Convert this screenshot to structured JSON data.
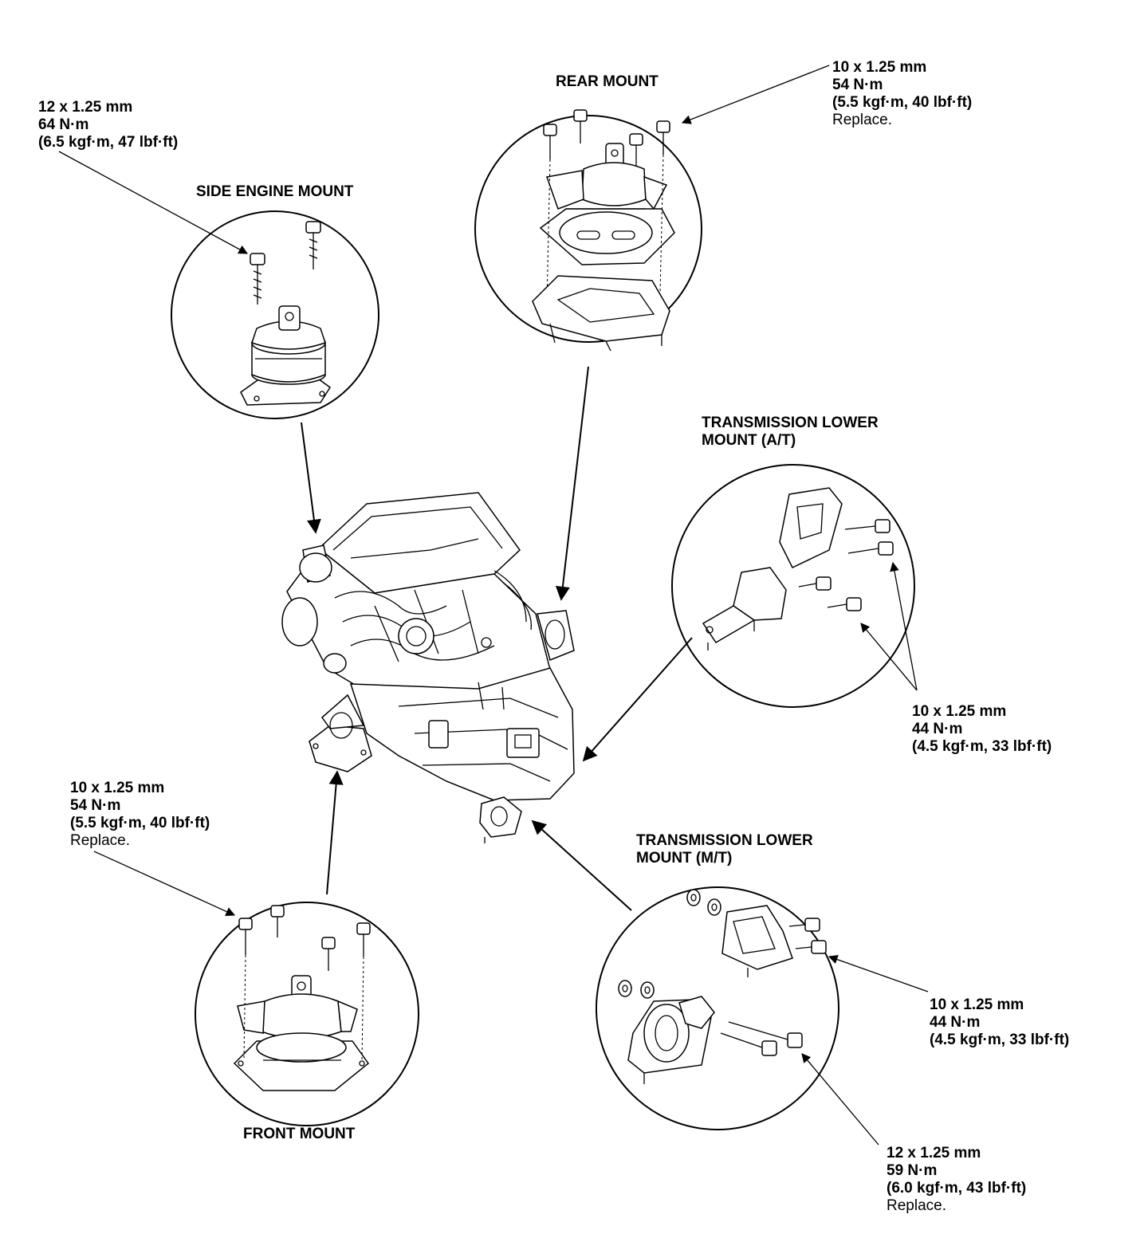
{
  "titles": {
    "rear_mount": "REAR MOUNT",
    "side_engine_mount": "SIDE ENGINE MOUNT",
    "trans_lower_at_1": "TRANSMISSION LOWER",
    "trans_lower_at_2": "MOUNT (A/T)",
    "trans_lower_mt_1": "TRANSMISSION LOWER",
    "trans_lower_mt_2": "MOUNT (M/T)",
    "front_mount": "FRONT MOUNT"
  },
  "specs": {
    "side_bolt": {
      "size": "12 x 1.25 mm",
      "torque": "64 N·m",
      "alt": "(6.5 kgf·m, 47 lbf·ft)"
    },
    "rear_bolt": {
      "size": "10 x 1.25 mm",
      "torque": "54 N·m",
      "alt": "(5.5 kgf·m, 40 lbf·ft)",
      "note": "Replace."
    },
    "at_bolt": {
      "size": "10 x 1.25 mm",
      "torque": "44 N·m",
      "alt": "(4.5 kgf·m, 33 lbf·ft)"
    },
    "front_bolt": {
      "size": "10 x 1.25 mm",
      "torque": "54 N·m",
      "alt": "(5.5 kgf·m, 40 lbf·ft)",
      "note": "Replace."
    },
    "mt_bolt_small": {
      "size": "10 x 1.25 mm",
      "torque": "44 N·m",
      "alt": "(4.5 kgf·m, 33 lbf·ft)"
    },
    "mt_bolt_large": {
      "size": "12 x 1.25 mm",
      "torque": "59 N·m",
      "alt": "(6.0 kgf·m, 43 lbf·ft)",
      "note": "Replace."
    }
  }
}
